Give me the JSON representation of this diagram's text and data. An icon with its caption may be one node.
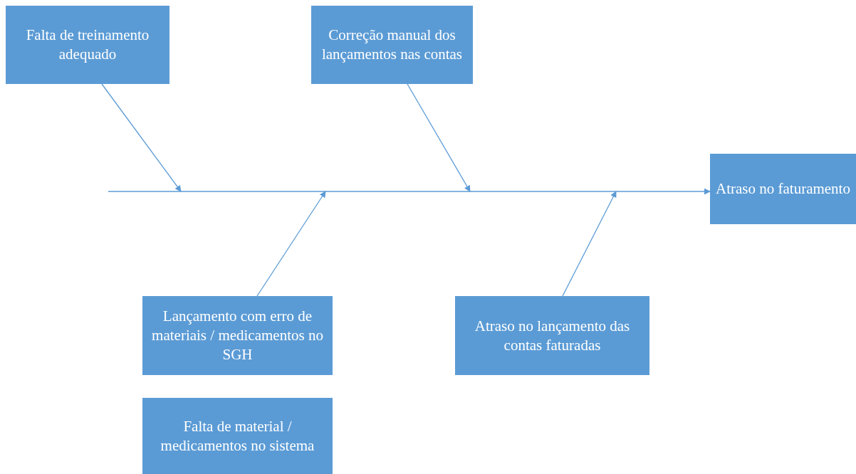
{
  "diagram": {
    "nodes": [
      {
        "text": [
          "Falta de treinamento adequado"
        ]
      },
      {
        "text": [
          "Correção manual dos lançamentos nas contas"
        ]
      },
      {
        "text": [
          "Atraso no faturamento"
        ]
      },
      {
        "text": [
          "Lançamento com erro de materiais / medicamentos no SGH"
        ]
      },
      {
        "text": [
          "Atraso no lançamento das contas faturadas"
        ]
      },
      {
        "text": [
          "Falta de material / medicamentos no sistema"
        ]
      }
    ],
    "edges": [
      {
        "from": null,
        "to": 2,
        "arrow": "to"
      },
      {
        "from": 0,
        "to": null,
        "arrow": "to"
      },
      {
        "from": 1,
        "to": null,
        "arrow": "to"
      },
      {
        "from": 3,
        "to": null,
        "arrow": "to"
      },
      {
        "from": 4,
        "to": null,
        "arrow": "to"
      }
    ]
  }
}
